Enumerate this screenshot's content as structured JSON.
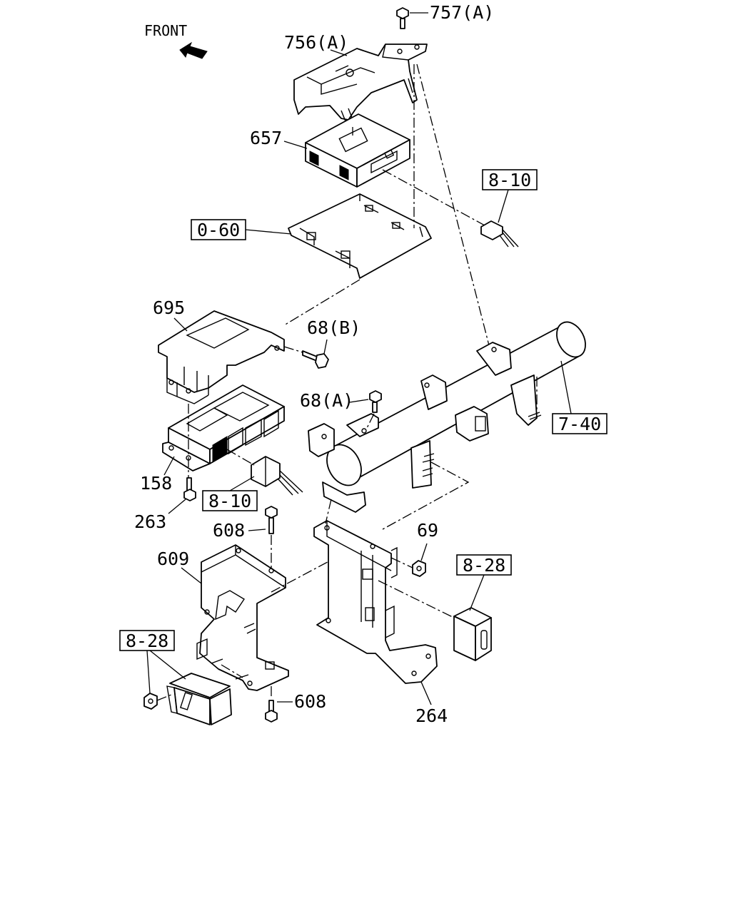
{
  "diagram": {
    "direction_label": "FRONT",
    "callouts": [
      {
        "id": "c757a",
        "text": "757(A)",
        "boxed": false
      },
      {
        "id": "c756a",
        "text": "756(A)",
        "boxed": false
      },
      {
        "id": "c657",
        "text": "657",
        "boxed": false
      },
      {
        "id": "c810a",
        "text": "8-10",
        "boxed": true
      },
      {
        "id": "c060",
        "text": "0-60",
        "boxed": true
      },
      {
        "id": "c695",
        "text": "695",
        "boxed": false
      },
      {
        "id": "c68b",
        "text": "68(B)",
        "boxed": false
      },
      {
        "id": "c68a",
        "text": "68(A)",
        "boxed": false
      },
      {
        "id": "c740",
        "text": "7-40",
        "boxed": true
      },
      {
        "id": "c158",
        "text": "158",
        "boxed": false
      },
      {
        "id": "c810b",
        "text": "8-10",
        "boxed": true
      },
      {
        "id": "c263",
        "text": "263",
        "boxed": false
      },
      {
        "id": "c608a",
        "text": "608",
        "boxed": false
      },
      {
        "id": "c69",
        "text": "69",
        "boxed": false
      },
      {
        "id": "c609",
        "text": "609",
        "boxed": false
      },
      {
        "id": "c828a",
        "text": "8-28",
        "boxed": true
      },
      {
        "id": "c828b",
        "text": "8-28",
        "boxed": true
      },
      {
        "id": "c608b",
        "text": "608",
        "boxed": false
      },
      {
        "id": "c264",
        "text": "264",
        "boxed": false
      }
    ]
  }
}
